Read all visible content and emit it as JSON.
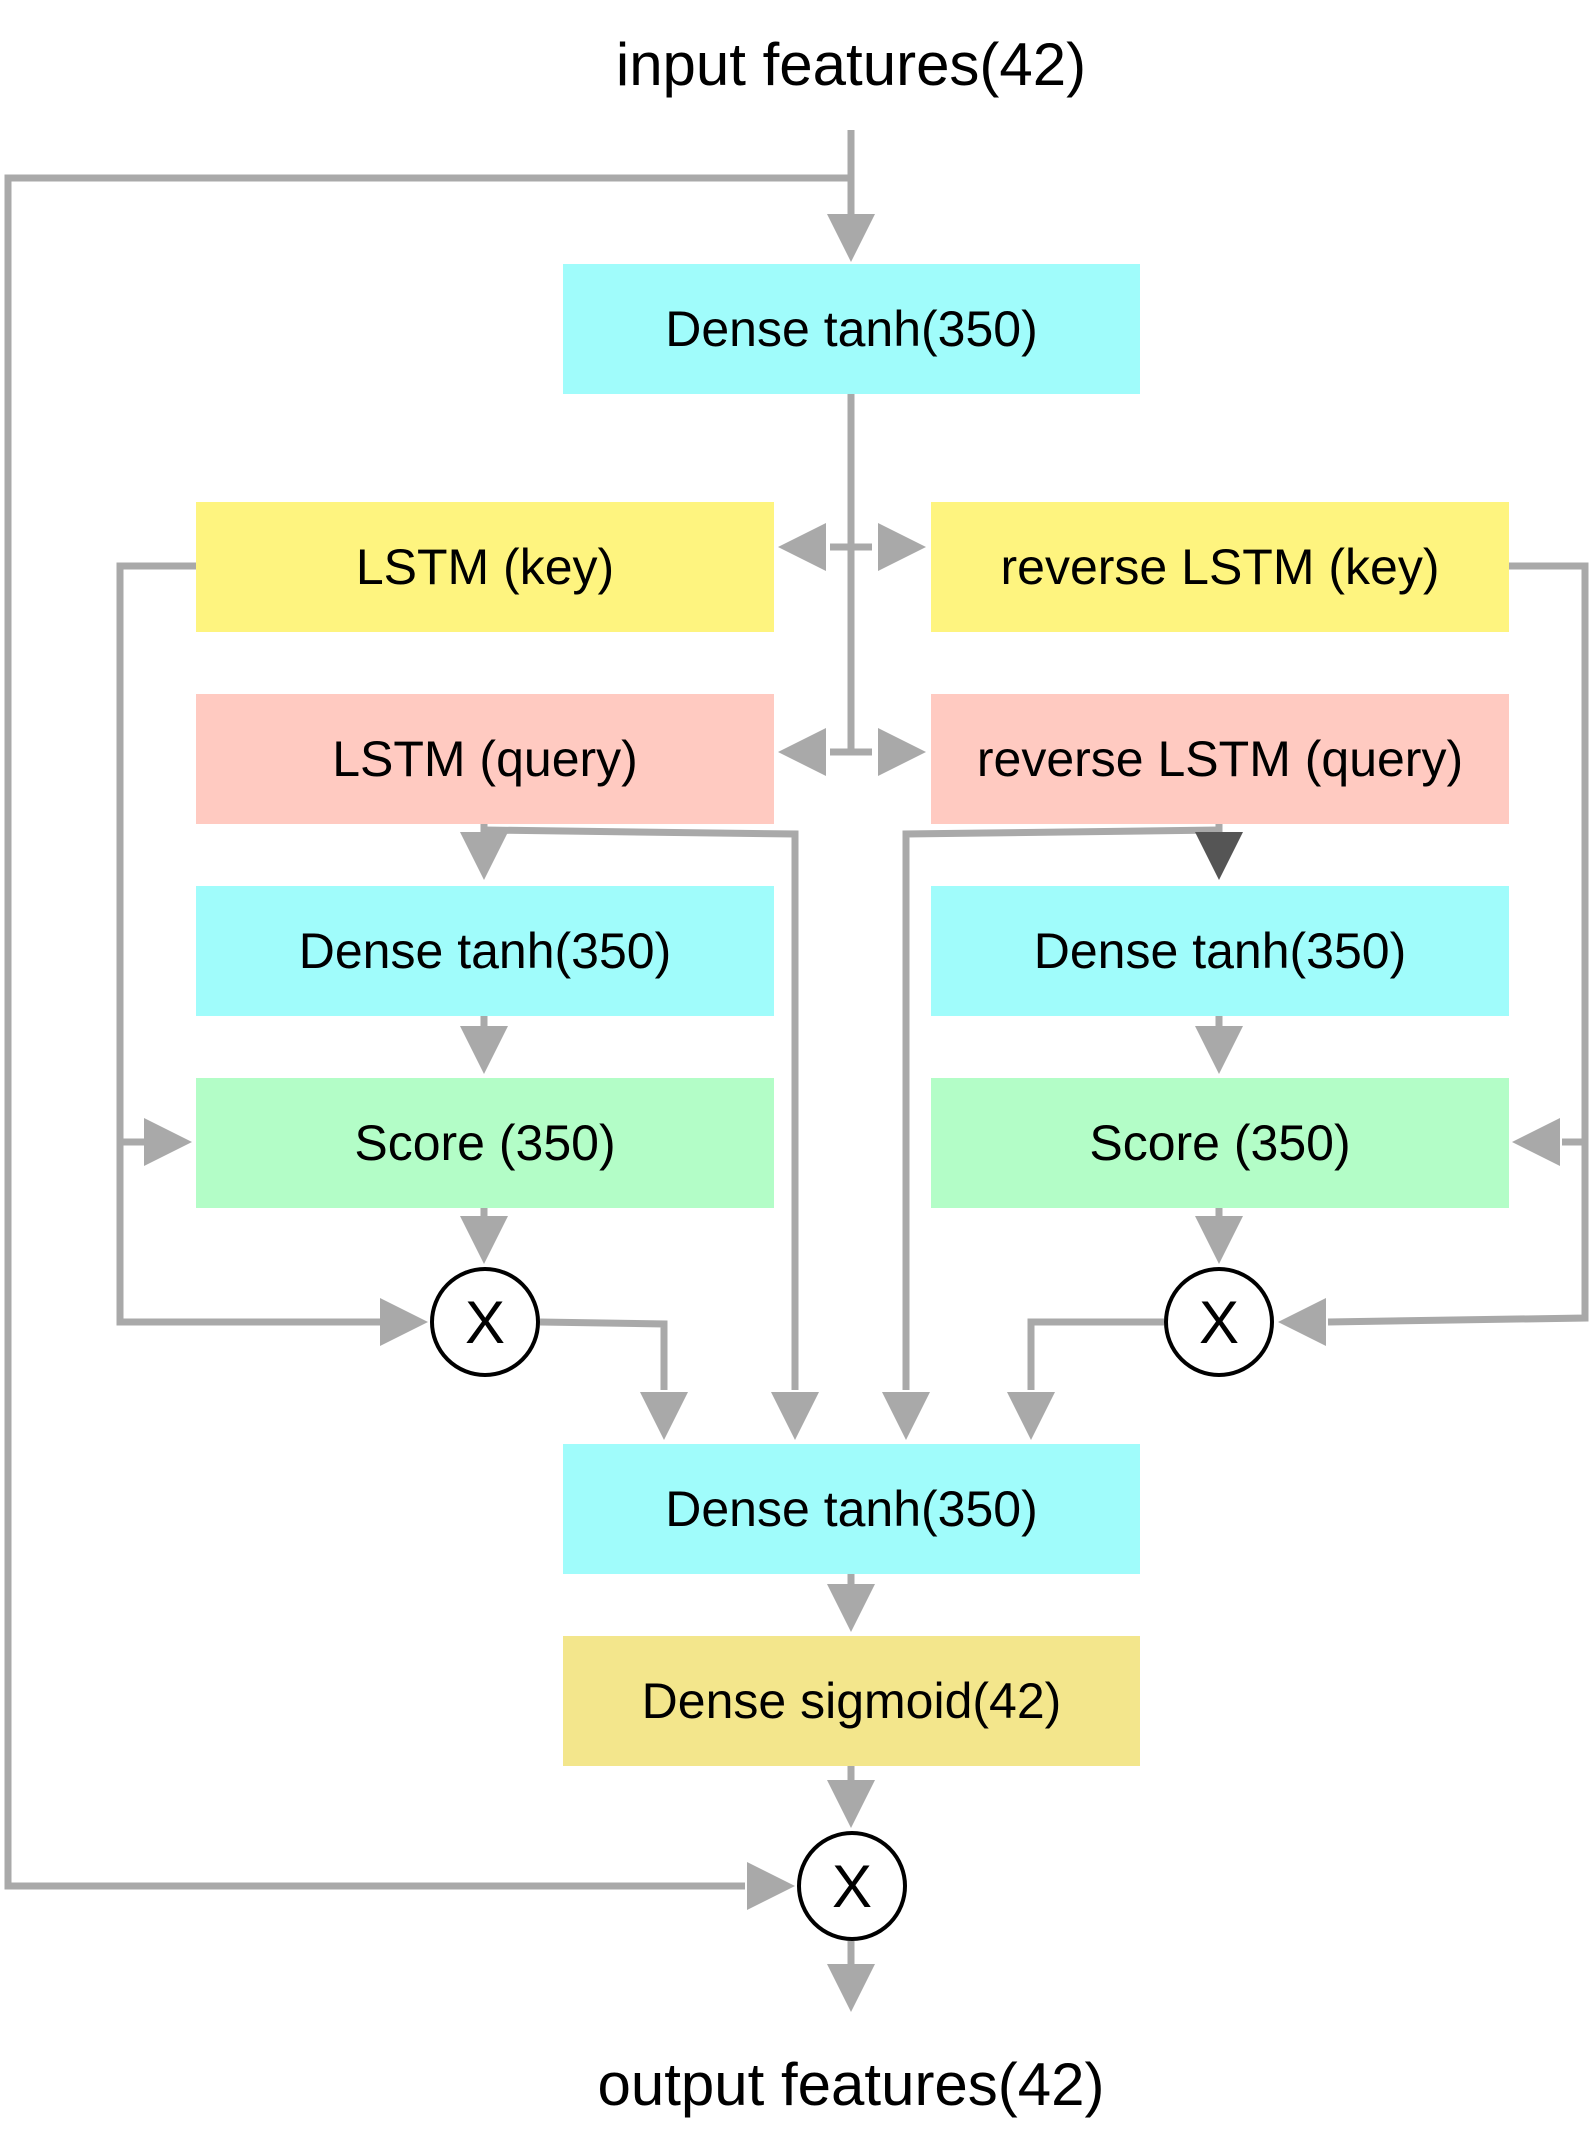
{
  "colors": {
    "dense": "#a0fcfb",
    "lstm_key": "#fef47f",
    "lstm_query": "#ffcac1",
    "score": "#b3fdc7",
    "dense_sigmoid": "#f3e68c",
    "connector": "#a9a9a9",
    "connector_dark": "#555555"
  },
  "input_label": "input features(42)",
  "output_label": "output features(42)",
  "blocks": {
    "dense_top": "Dense tanh(350)",
    "lstm_key": "LSTM (key)",
    "reverse_lstm_key": "reverse LSTM (key)",
    "lstm_query": "LSTM (query)",
    "reverse_lstm_query": "reverse LSTM (query)",
    "dense_left": "Dense tanh(350)",
    "dense_right": "Dense tanh(350)",
    "score_left": "Score (350)",
    "score_right": "Score (350)",
    "dense_merge": "Dense tanh(350)",
    "dense_sigmoid": "Dense sigmoid(42)"
  },
  "operators": {
    "multiply_left": "X",
    "multiply_right": "X",
    "multiply_output": "X"
  }
}
